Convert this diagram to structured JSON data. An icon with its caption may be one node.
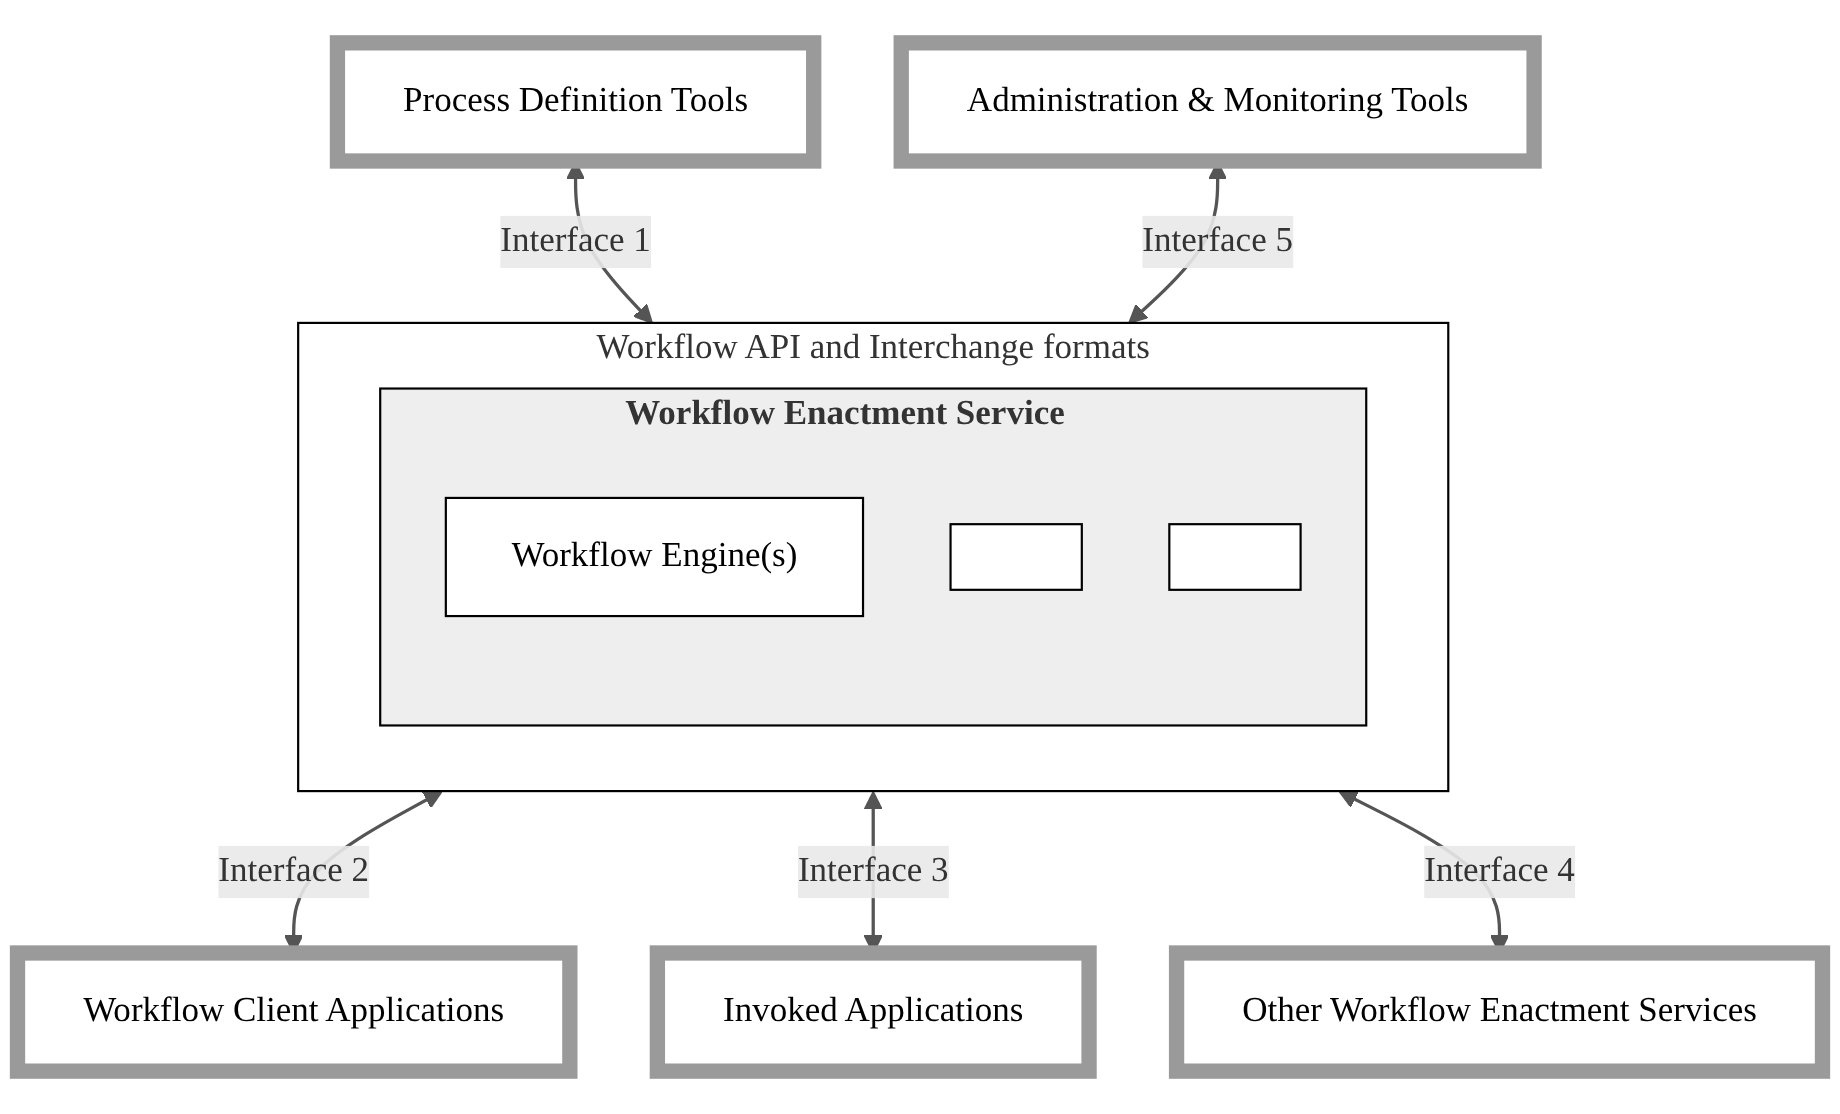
{
  "diagram": {
    "nodes": [
      {
        "text": [
          "Process Definition Tools"
        ]
      },
      {
        "text": [
          "Workflow API and Interchange formats"
        ]
      },
      {
        "text": [
          "Workflow Enactment Service"
        ],
        "in": 1
      },
      {
        "text": [
          "Workflow Engine(s)"
        ],
        "in": 2
      },
      {
        "text": [],
        "shape": "box",
        "in": 2
      },
      {
        "text": [],
        "shape": "box",
        "in": 2
      },
      {
        "text": [
          "Administration & Monitoring Tools"
        ]
      },
      {
        "text": [
          "Other Workflow Enactment Services"
        ]
      },
      {
        "text": [
          "Workflow Client Applications"
        ]
      },
      {
        "text": [
          "Invoked Applications"
        ]
      }
    ],
    "edges": [
      {
        "from": 0,
        "to": 1,
        "arrow": "both",
        "label": "Interface 1"
      },
      {
        "from": 1,
        "to": 8,
        "arrow": "both",
        "label": "Interface 2"
      },
      {
        "from": 1,
        "to": 9,
        "arrow": "both",
        "label": "Interface 3"
      },
      {
        "from": 1,
        "to": 7,
        "arrow": "both",
        "label": "Interface 4"
      },
      {
        "from": 6,
        "to": 1,
        "arrow": "both",
        "label": "Interface 5"
      }
    ]
  }
}
